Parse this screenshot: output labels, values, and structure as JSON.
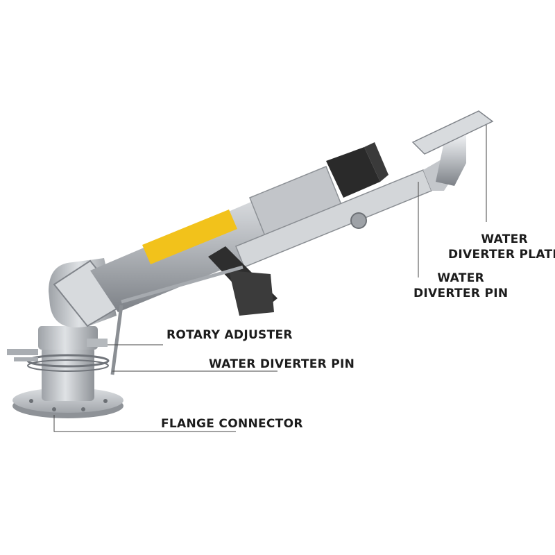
{
  "labels": {
    "diverter_plate": {
      "line1": "WATER",
      "line2": "DIVERTER PLATE"
    },
    "diverter_pin_upper": {
      "line1": "WATER",
      "line2": "DIVERTER PIN"
    },
    "rotary_adjuster": "ROTARY ADJUSTER",
    "diverter_pin_lower": "WATER DIVERTER PIN",
    "flange_connector": "FLANGE CONNECTOR"
  },
  "colors": {
    "label_yellow": "#f2c21b",
    "metal": "#b9bcbf",
    "dark": "#2a2a2a"
  }
}
